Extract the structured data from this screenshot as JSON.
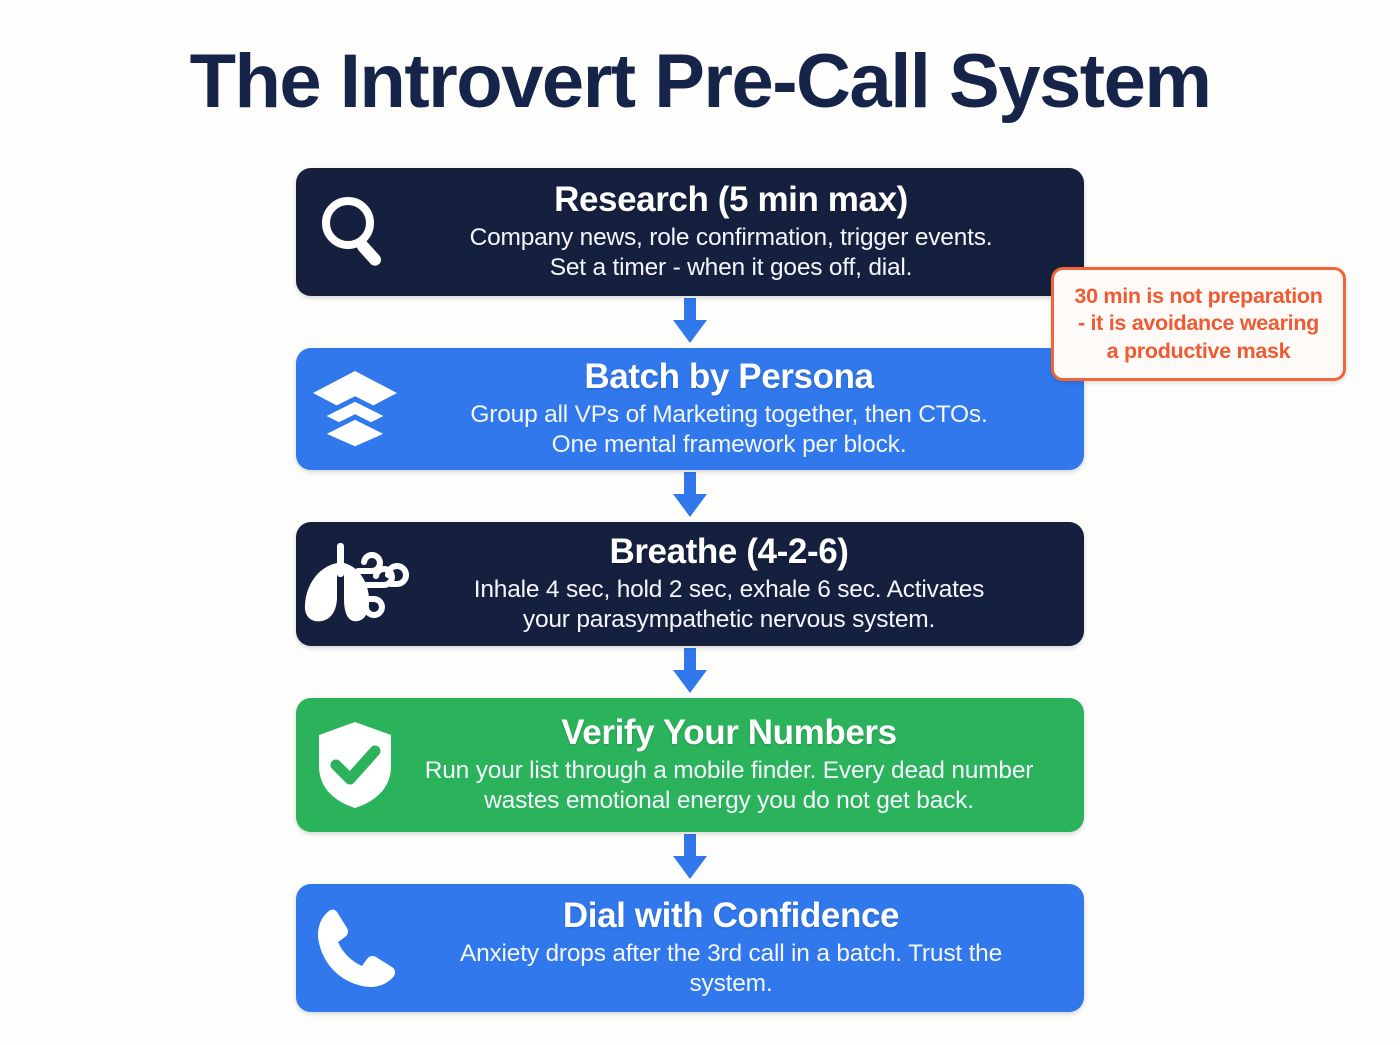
{
  "page": {
    "title": "The Introvert Pre-Call System",
    "background_color": "#fdfdfb",
    "title_color": "#16244a"
  },
  "colors": {
    "navy": "#15203f",
    "blue": "#3078ec",
    "green": "#2bb35c",
    "orange": "#ef5a33",
    "arrow": "#3078ec"
  },
  "steps": [
    {
      "icon": "magnifying-glass-icon",
      "title": "Research (5 min max)",
      "desc_line1": "Company news, role confirmation, trigger events.",
      "desc_line2": "Set a timer - when it goes off, dial.",
      "color": "#15203f"
    },
    {
      "icon": "layers-icon",
      "title": "Batch by Persona",
      "desc_line1": "Group all VPs of Marketing together, then CTOs.",
      "desc_line2": "One mental framework per block.",
      "color": "#3078ec"
    },
    {
      "icon": "lungs-icon",
      "title": "Breathe (4-2-6)",
      "desc_line1": "Inhale 4 sec, hold 2 sec, exhale 6 sec. Activates",
      "desc_line2": "your parasympathetic nervous system.",
      "color": "#15203f"
    },
    {
      "icon": "shield-check-icon",
      "title": "Verify Your Numbers",
      "desc_line1": "Run your list through a mobile finder. Every dead number",
      "desc_line2": "wastes emotional energy you do not get back.",
      "color": "#2bb35c"
    },
    {
      "icon": "phone-icon",
      "title": "Dial with Confidence",
      "desc_line1": "Anxiety drops after the 3rd call in a batch. Trust the system.",
      "desc_line2": "",
      "color": "#3078ec"
    }
  ],
  "callout": {
    "line1": "30 min is not preparation",
    "line2": "- it is avoidance wearing",
    "line3": "a productive mask",
    "border_color": "#f2643c",
    "text_color": "#ef5a33"
  }
}
